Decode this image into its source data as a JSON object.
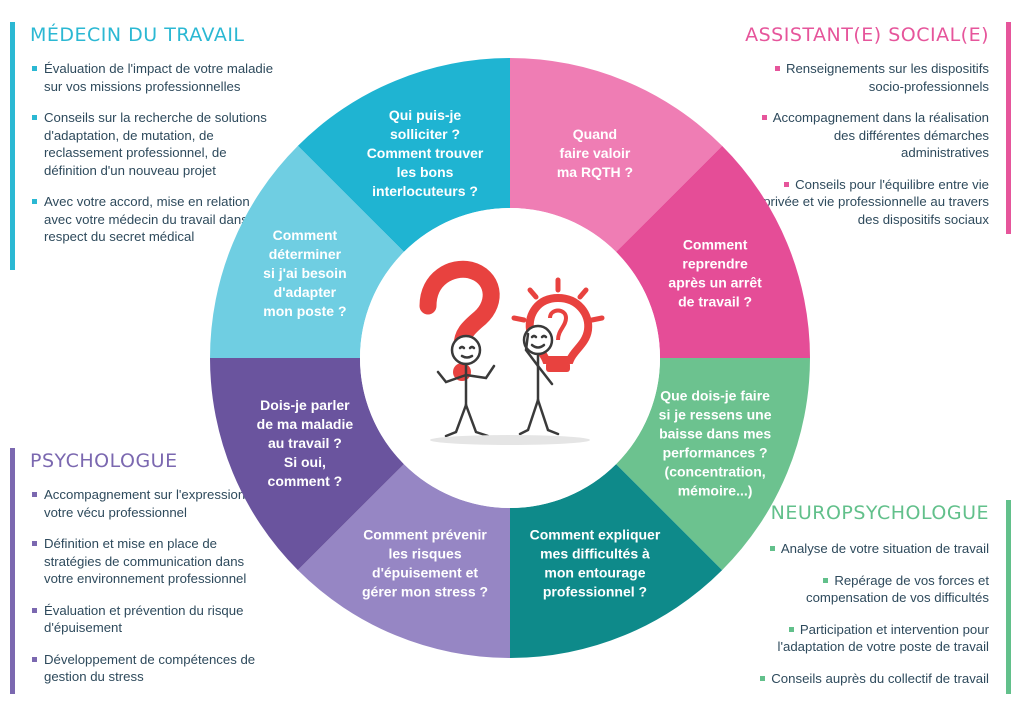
{
  "colors": {
    "medecin": "#2bb8d3",
    "assistant": "#e6559b",
    "psychologue": "#7b68b0",
    "neuro": "#62c08b",
    "text": "#2e4a5c"
  },
  "panels": {
    "medecin": {
      "title": "MÉDECIN DU TRAVAIL",
      "items": [
        "Évaluation de l'impact de votre maladie sur vos missions professionnelles",
        "Conseils sur la recherche de solutions d'adaptation, de mutation, de reclassement professionnel, de définition d'un nouveau projet",
        "Avec votre accord, mise en relation avec votre médecin du travail dans le respect du secret médical"
      ]
    },
    "assistant": {
      "title": "ASSISTANT(E) SOCIAL(E)",
      "items": [
        "Renseignements sur les dispositifs socio-professionnels",
        "Accompagnement dans la réalisation des différentes démarches administratives",
        "Conseils pour l'équilibre entre vie privée et vie professionnelle au travers des dispositifs sociaux"
      ]
    },
    "psychologue": {
      "title": "PSYCHOLOGUE",
      "items": [
        "Accompagnement sur l'expression de votre vécu professionnel",
        "Définition et mise en place de stratégies de communication dans votre environnement professionnel",
        "Évaluation et prévention du risque d'épuisement",
        "Développement de compétences de gestion du stress"
      ]
    },
    "neuro": {
      "title": "NEUROPSYCHOLOGUE",
      "items": [
        "Analyse de votre situation de travail",
        "Repérage de vos forces et compensation de vos difficultés",
        "Participation et intervention pour l'adaptation de votre poste de travail",
        "Conseils auprès du collectif de travail"
      ]
    }
  },
  "wheel": {
    "segments": [
      {
        "lines": [
          "Qui puis-je",
          "solliciter ?",
          "Comment trouver",
          "les bons",
          "interlocuteurs ?"
        ],
        "color": "#1fb4d2"
      },
      {
        "lines": [
          "Quand",
          "faire valoir",
          "ma RQTH ?"
        ],
        "color": "#ef7db4"
      },
      {
        "lines": [
          "Comment",
          "reprendre",
          "après un arrêt",
          "de travail ?"
        ],
        "color": "#e54d97"
      },
      {
        "lines": [
          "Que dois-je faire",
          "si je ressens une",
          "baisse dans mes",
          "performances ?",
          "(concentration,",
          "mémoire...)"
        ],
        "color": "#6cc28f"
      },
      {
        "lines": [
          "Comment expliquer",
          "mes difficultés à",
          "mon entourage",
          "professionnel ?"
        ],
        "color": "#0e8a8a"
      },
      {
        "lines": [
          "Comment prévenir",
          "les risques",
          "d'épuisement et",
          "gérer mon stress ?"
        ],
        "color": "#9686c4"
      },
      {
        "lines": [
          "Dois-je parler",
          "de ma maladie",
          "au travail ?",
          "Si oui,",
          "comment ?"
        ],
        "color": "#6a549e"
      },
      {
        "lines": [
          "Comment",
          "déterminer",
          "si j'ai besoin",
          "d'adapter",
          "mon poste ?"
        ],
        "color": "#6fcee2"
      }
    ]
  }
}
